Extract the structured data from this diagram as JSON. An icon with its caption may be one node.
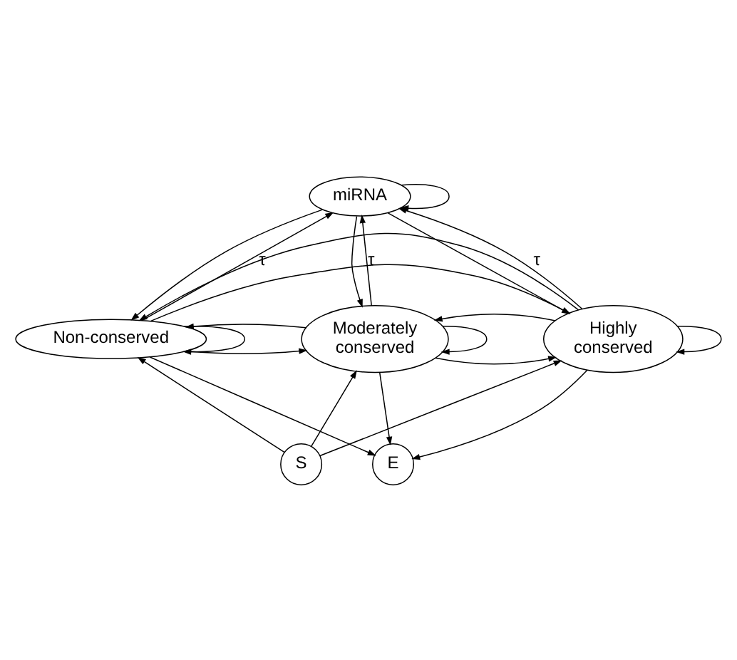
{
  "diagram": {
    "nodes": [
      {
        "text": [
          "miRNA"
        ]
      },
      {
        "text": [
          "Non-conserved"
        ]
      },
      {
        "text": [
          "Moderately conserved"
        ]
      },
      {
        "text": [
          "Highly conserved"
        ]
      },
      {
        "text": [
          "S"
        ]
      },
      {
        "text": [
          "E"
        ]
      }
    ],
    "edges": [
      {
        "from": 0,
        "to": 0,
        "arrow": "to"
      },
      {
        "from": 1,
        "to": 0,
        "arrow": "to",
        "label": "τ"
      },
      {
        "from": 0,
        "to": 1,
        "arrow": "to"
      },
      {
        "from": 0,
        "to": 2,
        "arrow": "to"
      },
      {
        "from": 2,
        "to": 0,
        "arrow": "to",
        "label": "τ"
      },
      {
        "from": 0,
        "to": 3,
        "arrow": "to"
      },
      {
        "from": 3,
        "to": 0,
        "arrow": "to",
        "label": "τ"
      },
      {
        "from": 1,
        "to": 3,
        "arrow": "to"
      },
      {
        "from": 1,
        "to": 2,
        "arrow": "to"
      },
      {
        "from": 2,
        "to": 3,
        "arrow": "to"
      },
      {
        "from": 2,
        "to": 1,
        "arrow": "to"
      },
      {
        "from": 3,
        "to": 2,
        "arrow": "to"
      },
      {
        "from": 3,
        "to": 1,
        "arrow": "to"
      },
      {
        "from": 1,
        "to": 1,
        "arrow": "to"
      },
      {
        "from": 2,
        "to": 2,
        "arrow": "to"
      },
      {
        "from": 3,
        "to": 3,
        "arrow": "to"
      },
      {
        "from": 4,
        "to": 1,
        "arrow": "to"
      },
      {
        "from": 4,
        "to": 2,
        "arrow": "to"
      },
      {
        "from": 4,
        "to": 3,
        "arrow": "to"
      },
      {
        "from": 1,
        "to": 5,
        "arrow": "to"
      },
      {
        "from": 2,
        "to": 5,
        "arrow": "to"
      },
      {
        "from": 3,
        "to": 5,
        "arrow": "to"
      }
    ]
  }
}
